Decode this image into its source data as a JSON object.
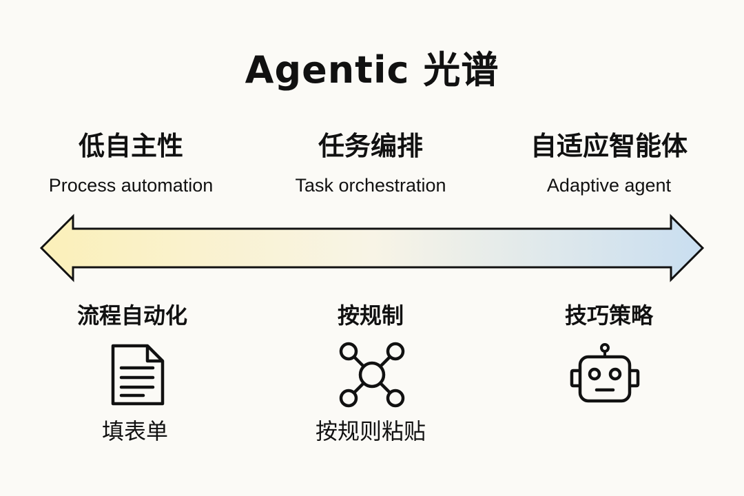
{
  "title": "Agentic 光谱",
  "columns": [
    {
      "cn": "低自主性",
      "en": "Process automation"
    },
    {
      "cn": "任务编排",
      "en": "Task orchestration"
    },
    {
      "cn": "自适应智能体",
      "en": "Adaptive agent"
    }
  ],
  "bottom": [
    {
      "label": "流程自动化",
      "icon": "document-icon",
      "caption": "填表单"
    },
    {
      "label": "按规制",
      "icon": "network-icon",
      "caption": "按规则粘贴"
    },
    {
      "label": "技巧策略",
      "icon": "robot-icon"
    }
  ],
  "colors": {
    "arrow_left": "#fbf0b9",
    "arrow_mid": "#f8f4e6",
    "arrow_right": "#c9def0",
    "stroke": "#111111",
    "background": "#fbfaf6"
  }
}
